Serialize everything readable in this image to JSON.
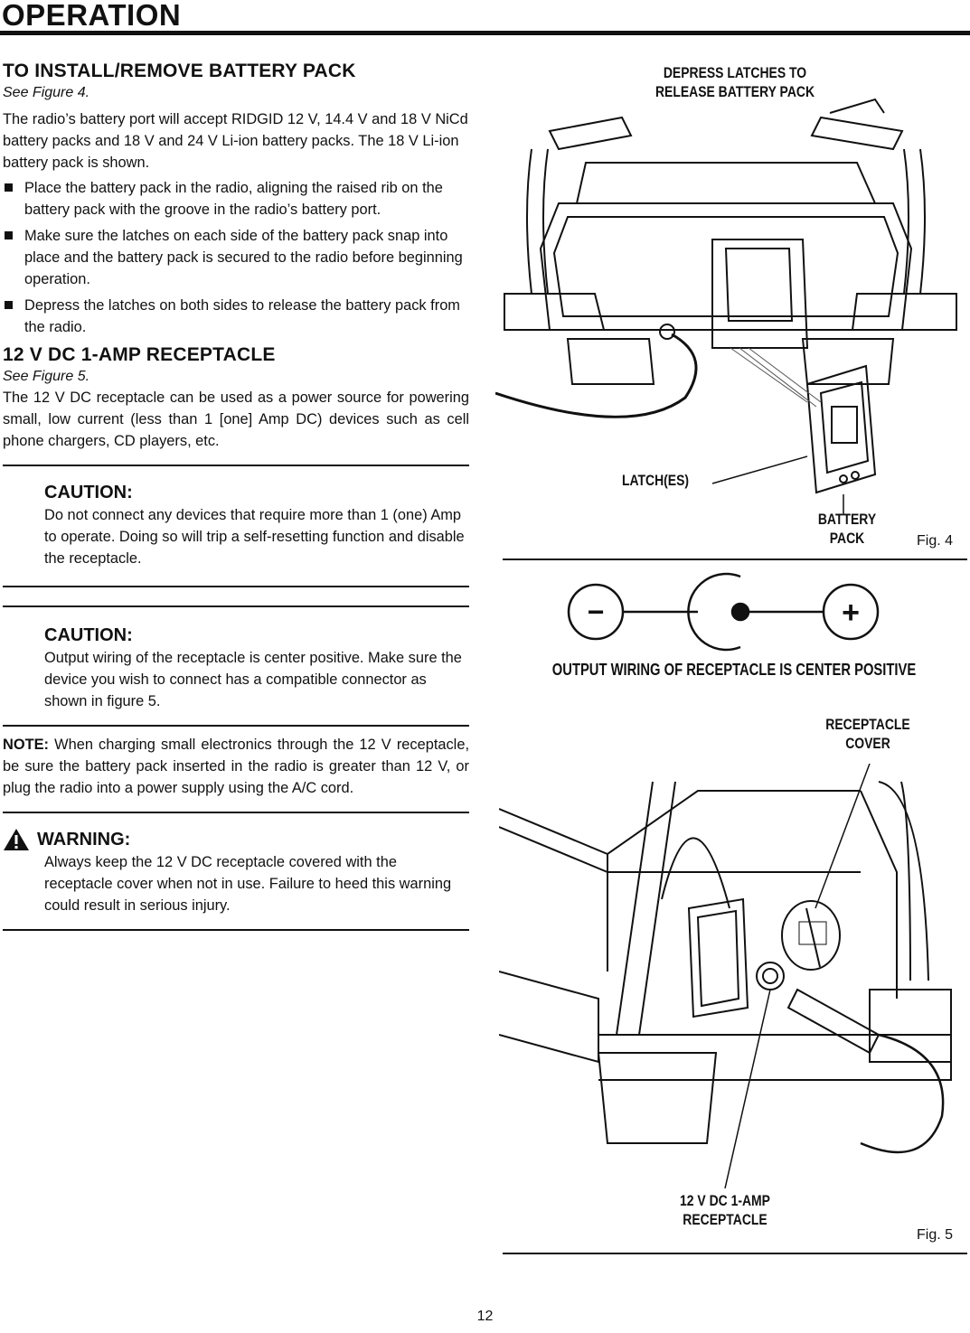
{
  "header": {
    "title": "OPERATION"
  },
  "battery_section": {
    "heading": "TO INSTALL/REMOVE BATTERY PACK",
    "see_figure": "See Figure 4.",
    "intro": "The radio’s battery port will accept RIDGID 12 V, 14.4 V and 18 V NiCd battery packs and 18 V and 24 V Li-ion battery packs. The 18 V Li-ion battery pack is shown.",
    "bullets": [
      "Place the battery pack in the radio, aligning the raised rib on the battery pack with the groove in the radio’s battery port.",
      "Make sure the latches on each side of the battery pack snap into place and the battery pack is secured to the radio before beginning operation.",
      "Depress the latches on both sides to release the battery pack from the radio."
    ]
  },
  "receptacle_section": {
    "heading": "12 V DC 1-AMP RECEPTACLE",
    "see_figure": "See Figure 5.",
    "body": "The 12 V DC receptacle can be used as a power source for powering small, low current (less than 1 [one] Amp DC) devices such as cell phone chargers, CD players, etc."
  },
  "caution1": {
    "title": "CAUTION:",
    "body": "Do not connect any devices that require more than 1 (one) Amp to operate. Doing so will trip a self-resetting function and disable the receptacle."
  },
  "caution2": {
    "title": "CAUTION:",
    "body": "Output wiring of the receptacle is center positive. Make sure the device you wish to connect has a compatible connector as shown in figure 5."
  },
  "note": {
    "label": "NOTE:",
    "body": " When charging small electronics through the 12 V receptacle, be sure the battery pack inserted in the radio is greater than 12 V, or plug the radio into a power supply using the A/C cord."
  },
  "warning": {
    "title": "WARNING:",
    "body": "Always keep the 12 V DC receptacle covered with the receptacle cover when not in use. Failure to heed this warning could result in serious injury."
  },
  "figure4": {
    "label_latches_1": "DEPRESS LATCHES TO",
    "label_latches_2": "RELEASE BATTERY PACK",
    "label_latch": "LATCH(ES)",
    "label_battery_1": "BATTERY",
    "label_battery_2": "PACK",
    "caption": "Fig. 4"
  },
  "polarity": {
    "minus": "−",
    "plus": "+",
    "caption": "OUTPUT WIRING OF RECEPTACLE IS CENTER POSITIVE"
  },
  "figure5": {
    "label_cover_1": "RECEPTACLE",
    "label_cover_2": "COVER",
    "label_receptacle_1": "12 V DC 1-AMP",
    "label_receptacle_2": "RECEPTACLE",
    "caption": "Fig. 5"
  },
  "page_number": "12"
}
